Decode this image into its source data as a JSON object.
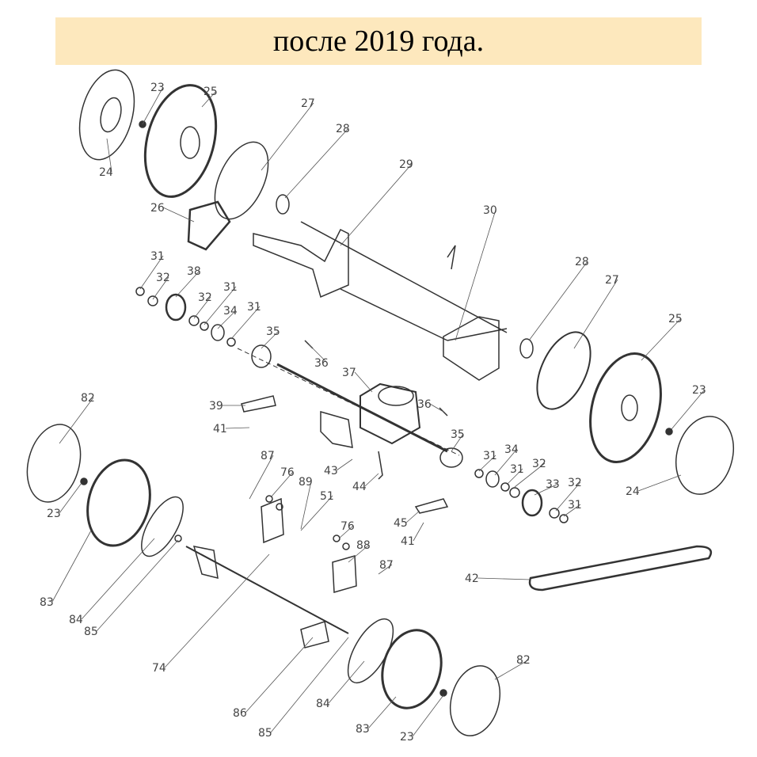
{
  "banner": {
    "title": "после 2019 года."
  },
  "diagram": {
    "part_labels": [
      "23",
      "25",
      "24",
      "27",
      "28",
      "29",
      "26",
      "30",
      "31",
      "32",
      "38",
      "31",
      "32",
      "34",
      "31",
      "35",
      "36",
      "28",
      "27",
      "25",
      "37",
      "36",
      "39",
      "41",
      "82",
      "23",
      "35",
      "34",
      "31",
      "32",
      "31",
      "33",
      "32",
      "31",
      "24",
      "43",
      "44",
      "87",
      "76",
      "89",
      "51",
      "45",
      "41",
      "76",
      "88",
      "87",
      "23",
      "42",
      "83",
      "84",
      "85",
      "74",
      "82",
      "86",
      "84",
      "85",
      "83",
      "23"
    ],
    "line_color": "#333333",
    "banner_color": "#fde8bd"
  }
}
